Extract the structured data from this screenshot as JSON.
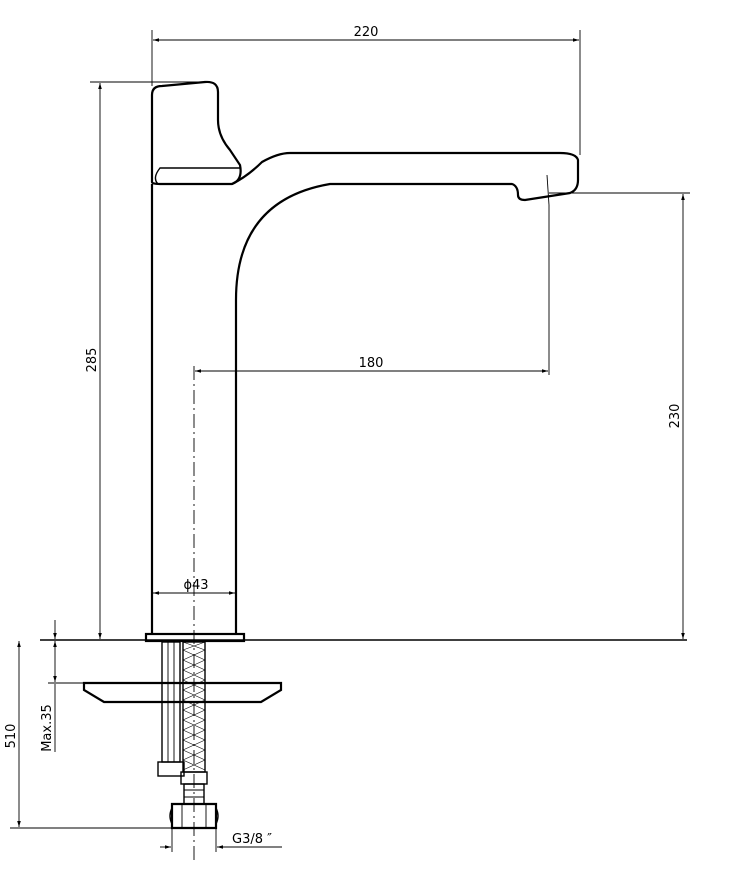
{
  "dimensions": {
    "overall_width": "220",
    "overall_height": "285",
    "spout_height": "230",
    "spout_reach": "180",
    "body_diameter": "ϕ43",
    "max_deck_thickness": "Max.35",
    "hose_length": "510",
    "connection_thread": "G3/8 ″"
  }
}
